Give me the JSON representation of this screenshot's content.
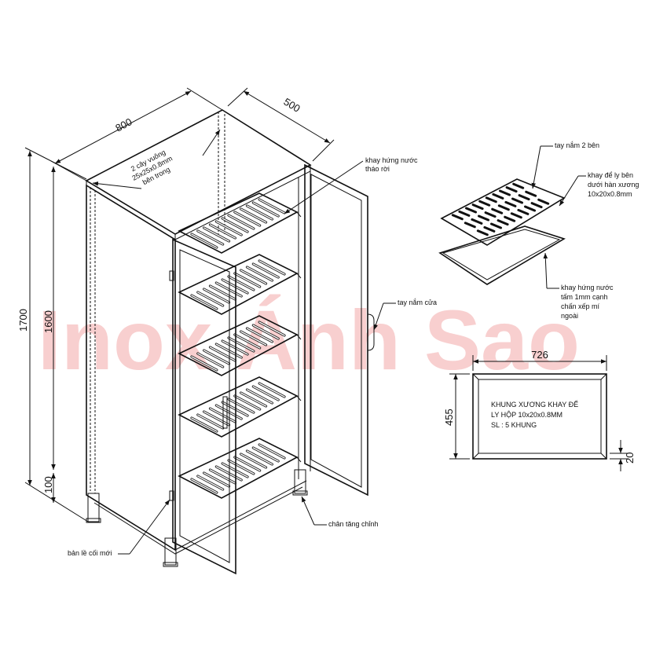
{
  "watermark": "Inox Ánh Sao",
  "dimensions": {
    "width": "800",
    "depth": "500",
    "height_total": "1700",
    "height_body": "1600",
    "leg_height": "100",
    "frame_width": "726",
    "frame_height": "455",
    "frame_thickness": "20"
  },
  "labels": {
    "square_tube": [
      "2 cây vuông",
      "25x25x0.8mm",
      "bên trong"
    ],
    "drip_tray": [
      "khay hứng nước",
      "tháo rời"
    ],
    "door_handle": "tay nắm cửa",
    "adjustable_foot": "chân tăng chỉnh",
    "hinge": "bản lề cối mới",
    "handle_both_sides": "tay nắm 2 bên",
    "cup_tray": [
      "khay để ly bên",
      "dưới hàn xương",
      "10x20x0.8mm"
    ],
    "drip_tray_detail": [
      "khay hứng nước",
      "tấm 1mm cạnh",
      "chấn xếp mí",
      "ngoài"
    ],
    "frame_text": [
      "KHUNG XƯƠNG KHAY ĐỂ",
      "LY HỘP 10x20x0.8MM",
      "SL : 5 KHUNG"
    ]
  }
}
